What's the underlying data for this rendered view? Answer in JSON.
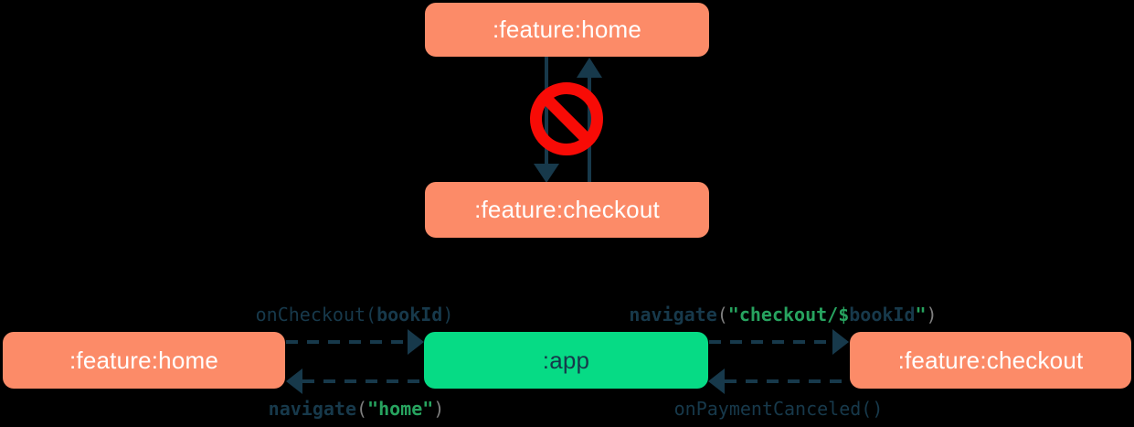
{
  "colors": {
    "background": "#000000",
    "feature_module_box": "#FC8B68",
    "app_module_box": "#06DB85",
    "box_text_light": "#FFFFFF",
    "arrow_navy": "#17394B",
    "no_entry_red": "#F80B06",
    "code_navy": "#17394B",
    "code_green": "#27A35F",
    "code_gray": "#7E7E7E"
  },
  "top_diagram": {
    "home_box": {
      "label": ":feature:home"
    },
    "checkout_box": {
      "label": ":feature:checkout"
    },
    "no_entry_icon": "no-entry-sign"
  },
  "bottom_diagram": {
    "home_box": {
      "label": ":feature:home"
    },
    "app_box": {
      "label": ":app"
    },
    "checkout_box": {
      "label": ":feature:checkout"
    },
    "labels": {
      "on_checkout": {
        "segments": [
          {
            "text": "onCheckout(",
            "style": "navy"
          },
          {
            "text": "bookId",
            "style": "navy-bold"
          },
          {
            "text": ")",
            "style": "navy"
          }
        ]
      },
      "navigate_home": {
        "segments": [
          {
            "text": "navigate",
            "style": "navy-bold"
          },
          {
            "text": "(",
            "style": "gray"
          },
          {
            "text": "\"home\"",
            "style": "green-bold"
          },
          {
            "text": ")",
            "style": "gray"
          }
        ]
      },
      "navigate_checkout": {
        "segments": [
          {
            "text": "navigate",
            "style": "navy-bold"
          },
          {
            "text": "(",
            "style": "gray"
          },
          {
            "text": "\"checkout/$",
            "style": "green-bold"
          },
          {
            "text": "bookId",
            "style": "navy-bold"
          },
          {
            "text": "\"",
            "style": "green-bold"
          },
          {
            "text": ")",
            "style": "gray"
          }
        ]
      },
      "on_payment_canceled": {
        "segments": [
          {
            "text": "onPaymentCanceled()",
            "style": "navy"
          }
        ]
      }
    }
  }
}
